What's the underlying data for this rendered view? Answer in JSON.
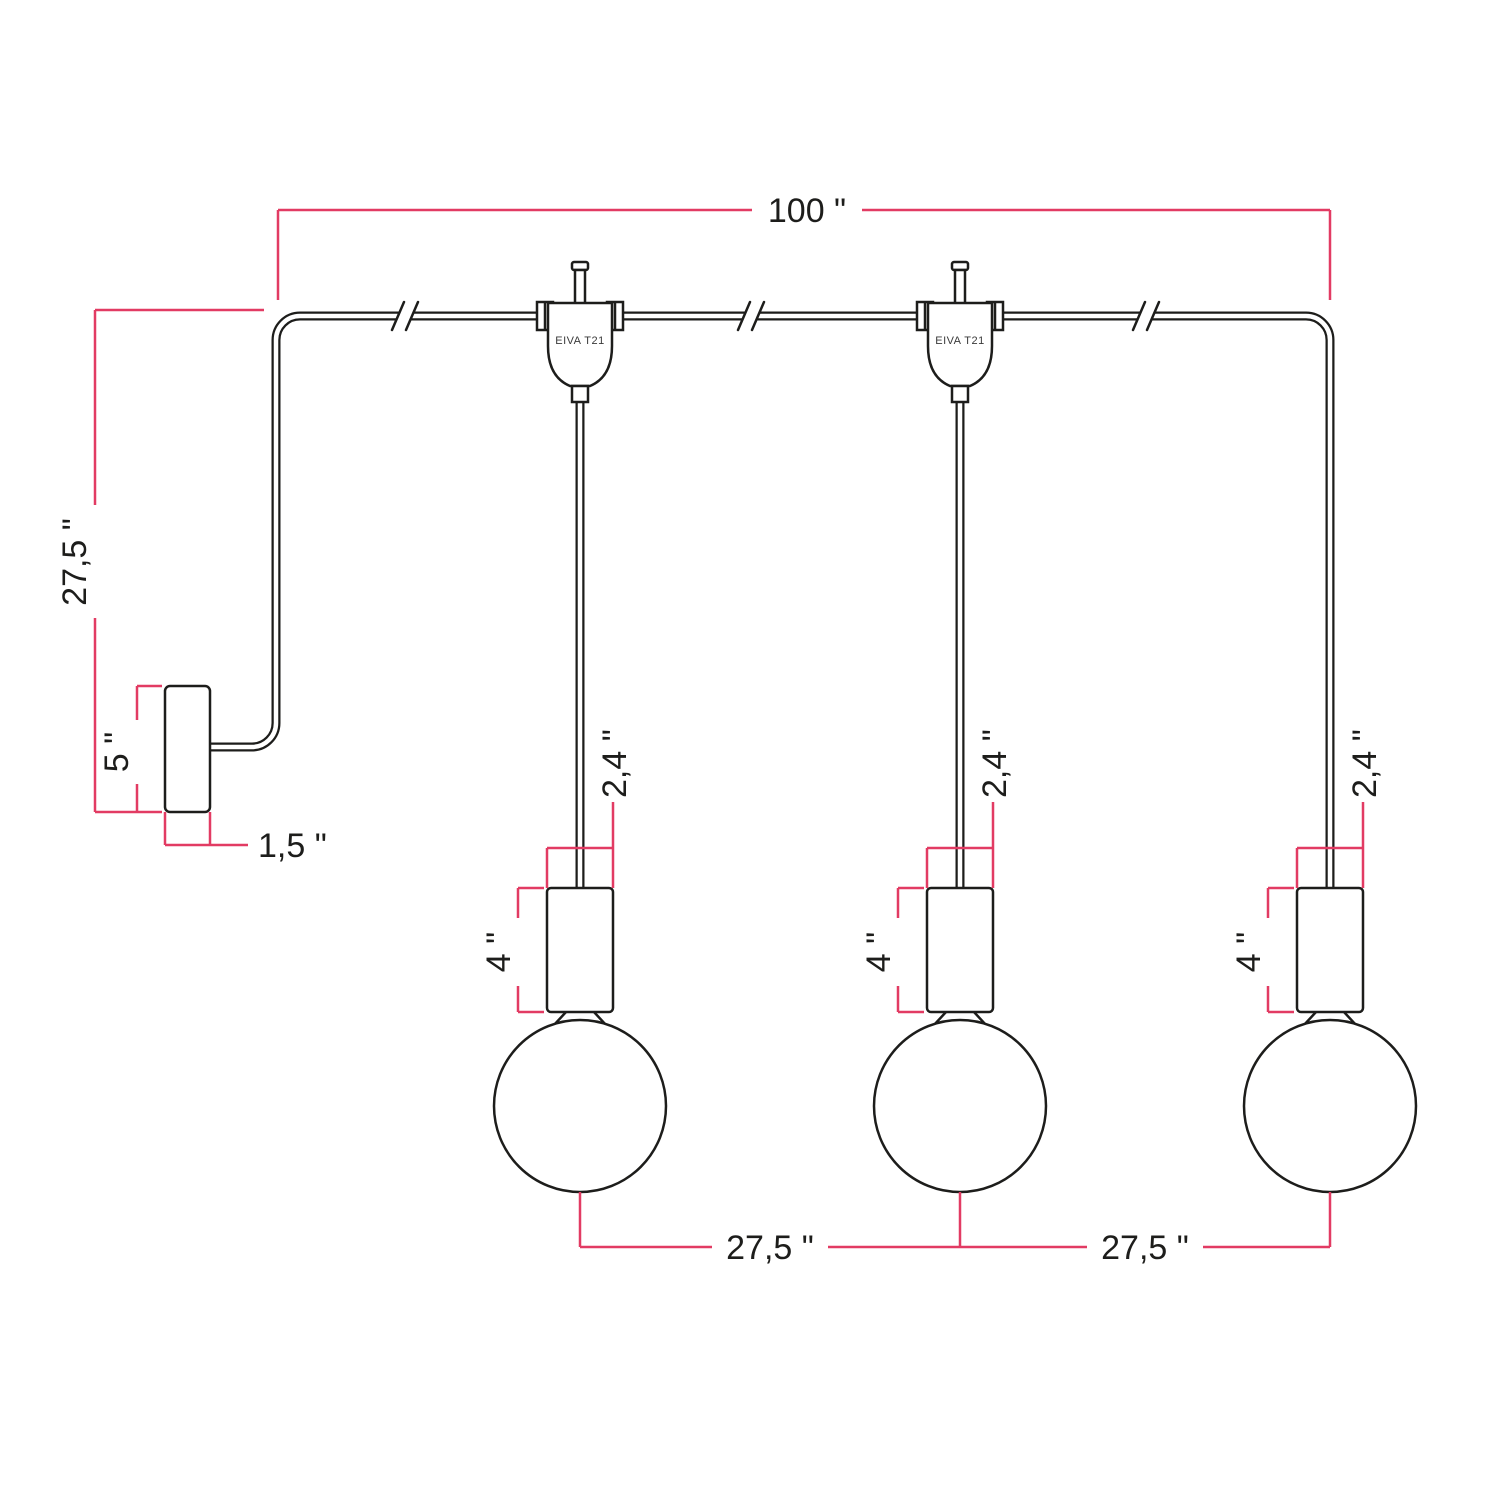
{
  "title": "Pendant light system dimensional diagram",
  "colors": {
    "line": "#1d1d1b",
    "dimension": "#e23b63",
    "background": "#ffffff",
    "connector_text": "#3a3a3a"
  },
  "labels": {
    "total_width": "100 \"",
    "drop_height": "27,5 \"",
    "plate_height": "5 \"",
    "plate_depth": "1,5 \"",
    "socket_diameter": "2,4 \"",
    "socket_length": "4 \"",
    "bulb_spacing": "27,5 \"",
    "connector": "EIVA T21"
  },
  "measurements": [
    {
      "name": "total-width",
      "value": "100 \""
    },
    {
      "name": "drop-height-left",
      "value": "27,5 \""
    },
    {
      "name": "wall-plate-height",
      "value": "5 \""
    },
    {
      "name": "wall-plate-depth",
      "value": "1,5 \""
    },
    {
      "name": "socket-diameter",
      "value": "2,4 \""
    },
    {
      "name": "socket-length",
      "value": "4 \""
    },
    {
      "name": "bulb-spacing-1",
      "value": "27,5 \""
    },
    {
      "name": "bulb-spacing-2",
      "value": "27,5 \""
    }
  ]
}
